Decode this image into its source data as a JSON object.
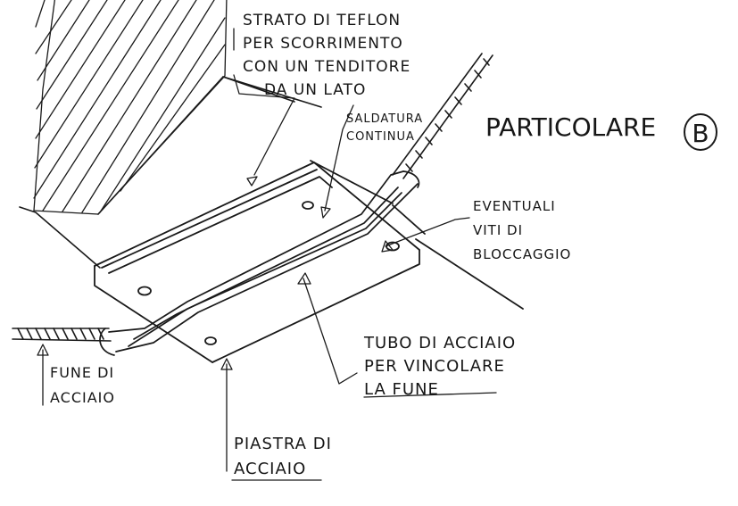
{
  "title": "PARTICOLARE",
  "detail_marker": "B",
  "labels": {
    "teflon": [
      "STRATO DI TEFLON",
      "PER SCORRIMENTO",
      "CON UN TENDITORE",
      "DA UN LATO"
    ],
    "weld": [
      "SALDATURA",
      "CONTINUA"
    ],
    "screws": [
      "EVENTUALI",
      "VITI DI",
      "BLOCCAGGIO"
    ],
    "tube": [
      "TUBO DI ACCIAIO",
      "PER VINCOLARE",
      "LA FUNE"
    ],
    "cable": [
      "FUNE DI",
      "ACCIAIO"
    ],
    "plate": [
      "PIASTRA DI",
      "ACCIAIO"
    ]
  },
  "colors": {
    "ink": "#1a1a1a",
    "paper": "#ffffff"
  }
}
